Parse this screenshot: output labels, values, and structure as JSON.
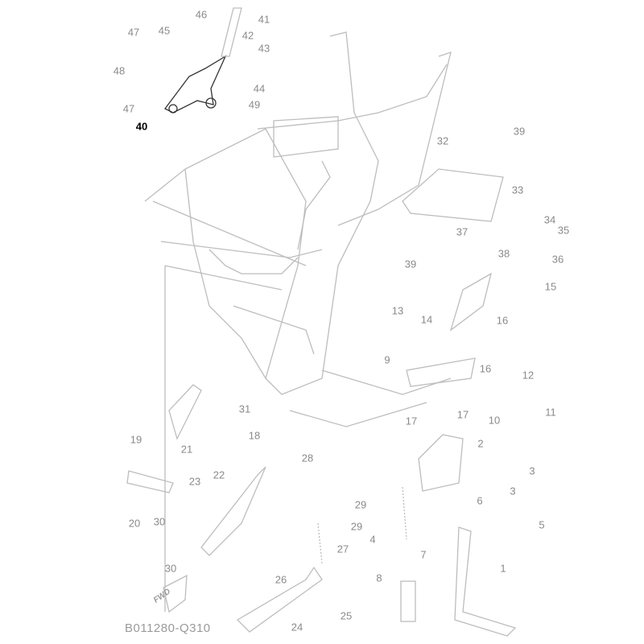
{
  "diagram": {
    "code": "B011280-Q310",
    "fwd_label": "FWD",
    "highlighted_part": "40",
    "callouts": [
      "46",
      "41",
      "47",
      "45",
      "42",
      "43",
      "48",
      "44",
      "47",
      "49",
      "40",
      "39",
      "32",
      "33",
      "34",
      "35",
      "37",
      "38",
      "36",
      "39",
      "15",
      "13",
      "14",
      "16",
      "16",
      "9",
      "12",
      "17",
      "17",
      "10",
      "11",
      "31",
      "2",
      "3",
      "3",
      "19",
      "21",
      "18",
      "22",
      "23",
      "28",
      "29",
      "29",
      "6",
      "20",
      "30",
      "5",
      "4",
      "7",
      "27",
      "30",
      "26",
      "8",
      "1",
      "24",
      "25"
    ]
  },
  "colors": {
    "line": "#b5b5b5",
    "label": "#8a8a8a",
    "highlight": "#000000"
  }
}
